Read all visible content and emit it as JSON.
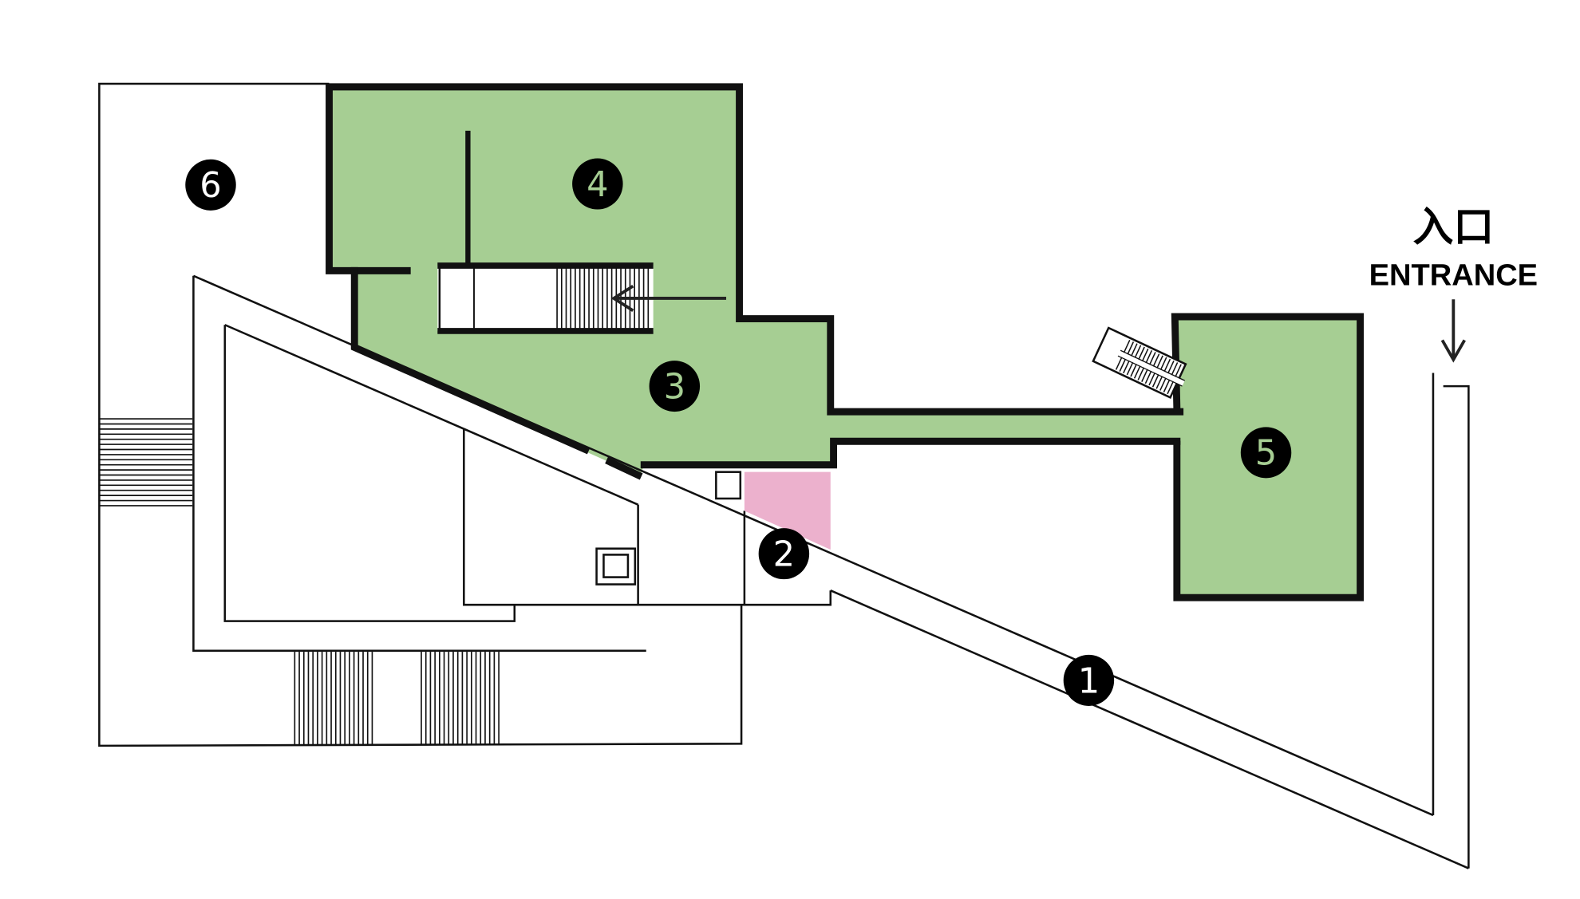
{
  "colors": {
    "exhibit": "#a6ce93",
    "highlight": "#ecb1cd",
    "line": "#111111"
  },
  "entrance": {
    "jp_label": "入口",
    "en_label": "ENTRANCE",
    "icon": "arrow-down-icon"
  },
  "rooms": [
    {
      "id": "1",
      "label": "1",
      "digit_color": "#ffffff"
    },
    {
      "id": "2",
      "label": "2",
      "digit_color": "#ffffff"
    },
    {
      "id": "3",
      "label": "3",
      "digit_color": "#a6ce93"
    },
    {
      "id": "4",
      "label": "4",
      "digit_color": "#a6ce93"
    },
    {
      "id": "5",
      "label": "5",
      "digit_color": "#a6ce93"
    },
    {
      "id": "6",
      "label": "6",
      "digit_color": "#ffffff"
    }
  ]
}
